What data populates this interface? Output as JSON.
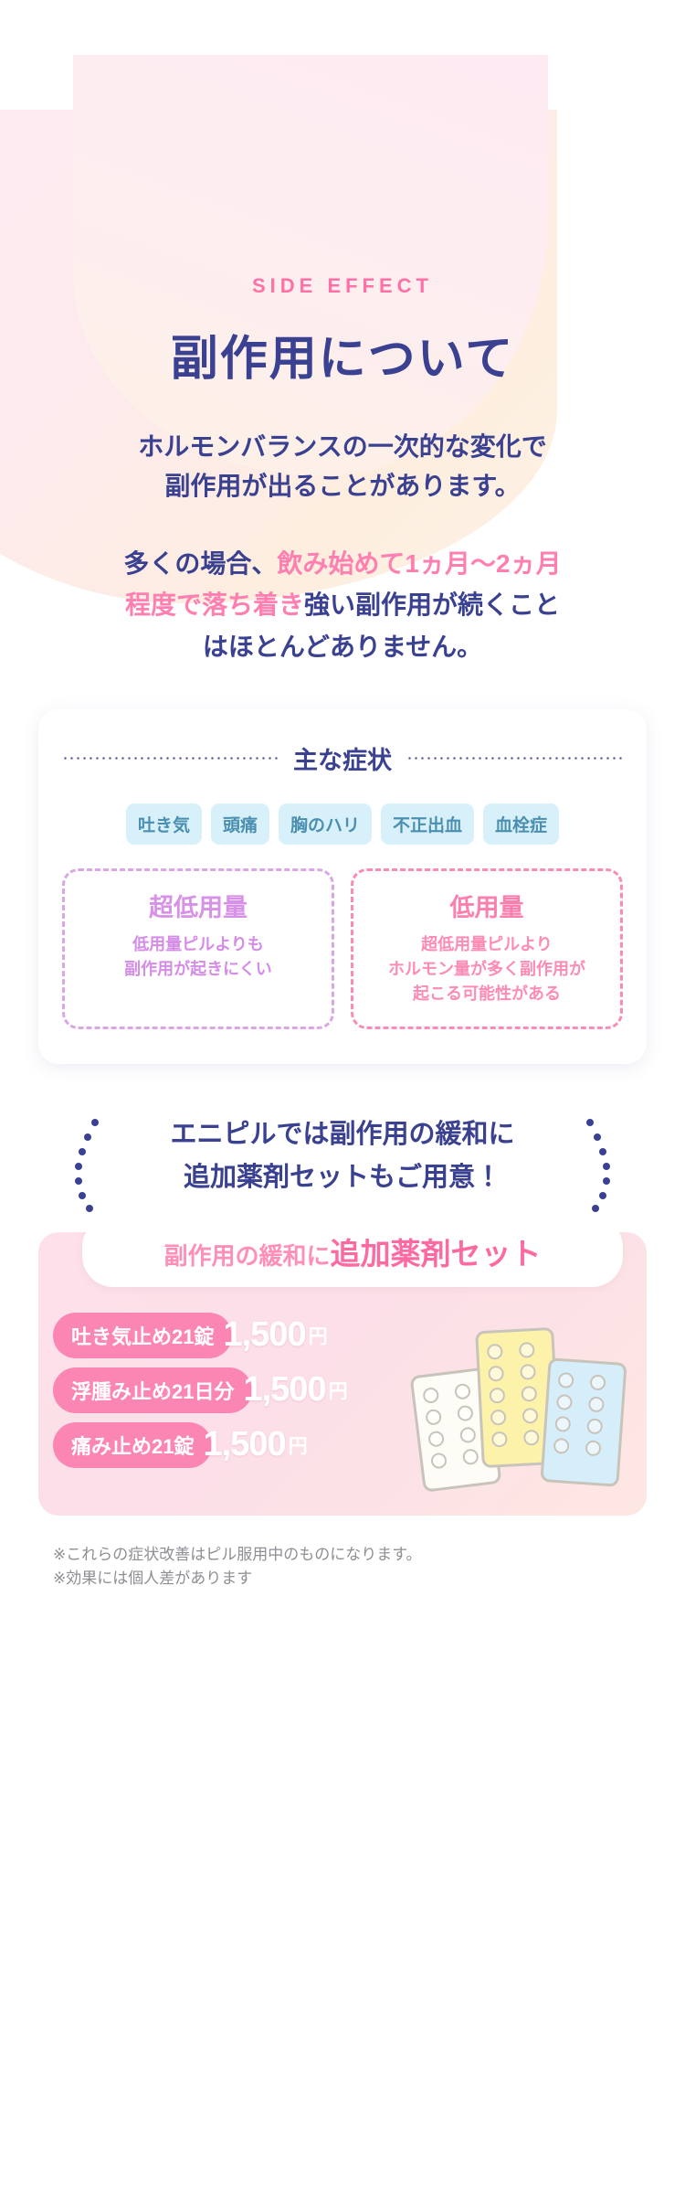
{
  "header": {
    "eyebrow": "SIDE EFFECT",
    "headline": "副作用について"
  },
  "lead": {
    "line1": "ホルモンバランスの一次的な変化で",
    "line2": "副作用が出ることがあります。"
  },
  "lead2": {
    "part1": "多くの場合、",
    "highlight1": "飲み始めて1ヵ月〜2ヵ月",
    "highlight2": "程度で落ち着き",
    "part2": "強い副作用が続くこと",
    "part3": "はほとんどありません。"
  },
  "symptom_card": {
    "title": "主な症状",
    "tags": [
      "吐き気",
      "頭痛",
      "胸のハリ",
      "不正出血",
      "血栓症"
    ],
    "doses": [
      {
        "name": "超低用量",
        "desc_line1": "低用量ピルよりも",
        "desc_line2": "副作用が起きにくい",
        "color": "#d792e8"
      },
      {
        "name": "低用量",
        "desc_line1": "超低用量ピルより",
        "desc_line2": "ホルモン量が多く副作用が",
        "desc_line3": "起こる可能性がある",
        "color": "#fd7fae"
      }
    ]
  },
  "promo": {
    "line1": "エニピルでは副作用の緩和に",
    "line2": "追加薬剤セットもご用意！"
  },
  "product_card": {
    "banner_small": "副作用の緩和に",
    "banner_large": "追加薬剤セット",
    "items": [
      {
        "label": "吐き気止め21錠",
        "price": "1,500",
        "unit": "円"
      },
      {
        "label": "浮腫み止め21日分",
        "price": "1,500",
        "unit": "円"
      },
      {
        "label": "痛み止め21錠",
        "price": "1,500",
        "unit": "円"
      }
    ]
  },
  "notes": {
    "line1": "※これらの症状改善はピル服用中のものになります。",
    "line2": "※効果には個人差があります"
  },
  "colors": {
    "navy": "#3b4191",
    "pink": "#ff70a6",
    "pink_soft": "#fb86b4",
    "violet": "#d792e8",
    "tag_bg": "#d8f0fa",
    "tag_text": "#4b8fb0"
  }
}
